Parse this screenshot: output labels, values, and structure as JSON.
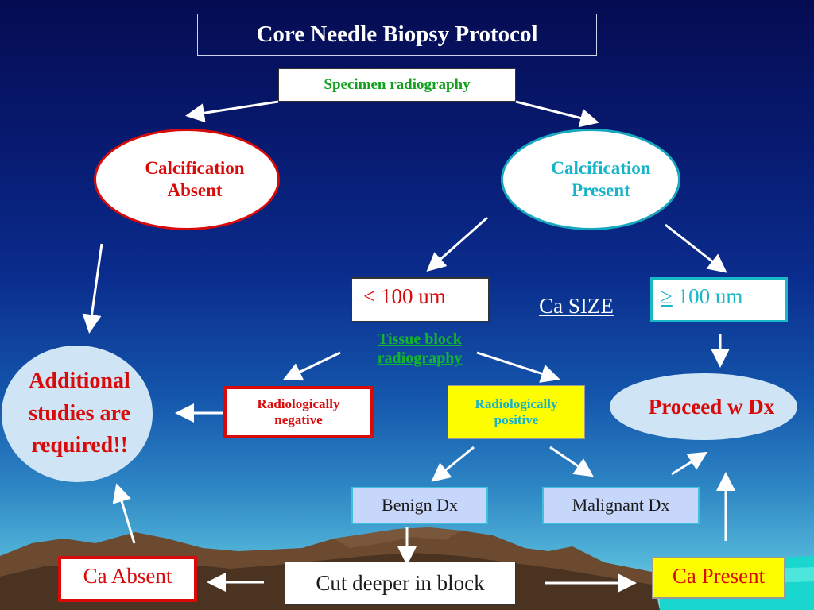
{
  "diagram": {
    "title": "Core Needle Biopsy Protocol",
    "specimen": "Specimen radiography",
    "calc_absent": {
      "line1": "Calcification",
      "line2": "Absent"
    },
    "calc_present": {
      "line1": "Calcification",
      "line2": "Present"
    },
    "lt100": "< 100 um",
    "ge100": {
      "symbol": "≥",
      "text": " 100 um"
    },
    "ca_size": "Ca SIZE",
    "tissue": {
      "line1": "Tissue block",
      "line2": "radiography"
    },
    "additional": {
      "line1": "Additional",
      "line2": "studies are",
      "line3": "required!!"
    },
    "radio_neg": {
      "line1": "Radiologically",
      "line2": "negative"
    },
    "radio_pos": {
      "line1": "Radiologically",
      "line2": "positive"
    },
    "proceed": "Proceed w Dx",
    "benign": "Benign Dx",
    "malignant": "Malignant Dx",
    "ca_absent": "Ca Absent",
    "cut_deeper": "Cut deeper in block",
    "ca_present": "Ca Present"
  },
  "colors": {
    "red": "#d80a0a",
    "cyan": "#17b3c9",
    "green": "#12a01e",
    "yellow": "#fefe00",
    "arrow": "#ffffff"
  }
}
